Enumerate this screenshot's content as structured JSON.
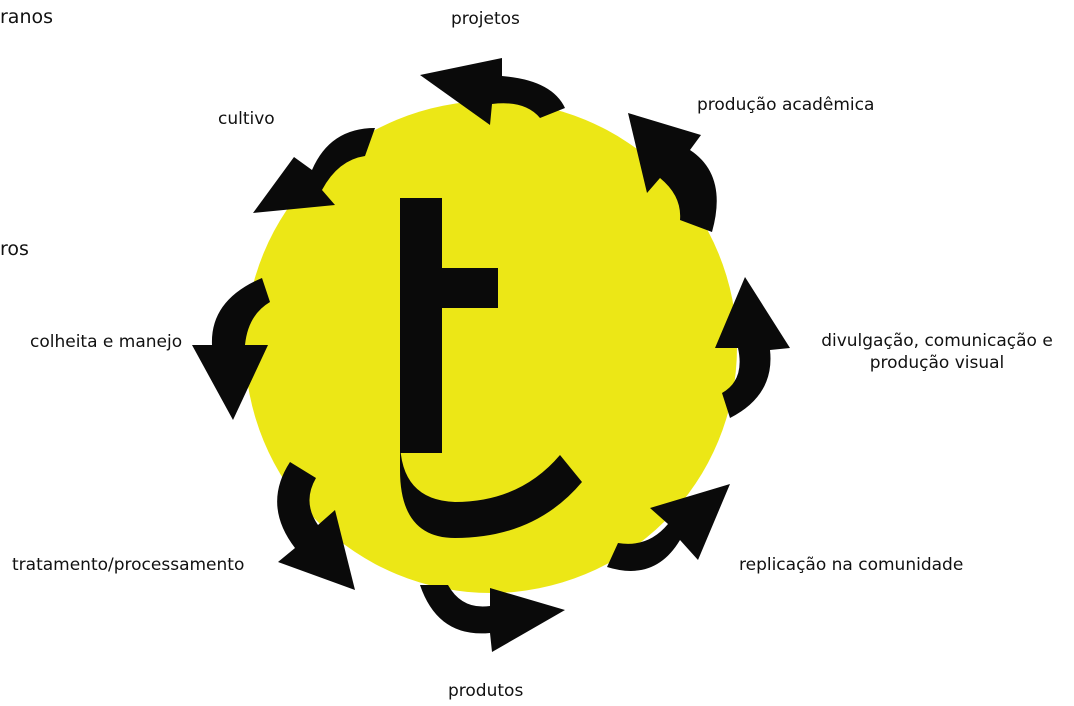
{
  "colors": {
    "circle_fill": "#ece716",
    "arrow_fill": "#0a0a0a",
    "glyph_fill": "#0a0a0a",
    "text": "#111111"
  },
  "cropped_left": {
    "top": "ranos",
    "middle": "ros"
  },
  "center_glyph": "t",
  "steps": [
    {
      "id": "projetos",
      "label": "projetos"
    },
    {
      "id": "producao-academica",
      "label": "produção acadêmica"
    },
    {
      "id": "divulgacao",
      "label_line1": "divulgação, comunicação e",
      "label_line2": "produção visual"
    },
    {
      "id": "replicacao",
      "label": "replicação na comunidade"
    },
    {
      "id": "produtos",
      "label": "produtos"
    },
    {
      "id": "tratamento",
      "label": "tratamento/processamento"
    },
    {
      "id": "colheita",
      "label": "colheita e manejo"
    },
    {
      "id": "cultivo",
      "label": "cultivo"
    }
  ]
}
